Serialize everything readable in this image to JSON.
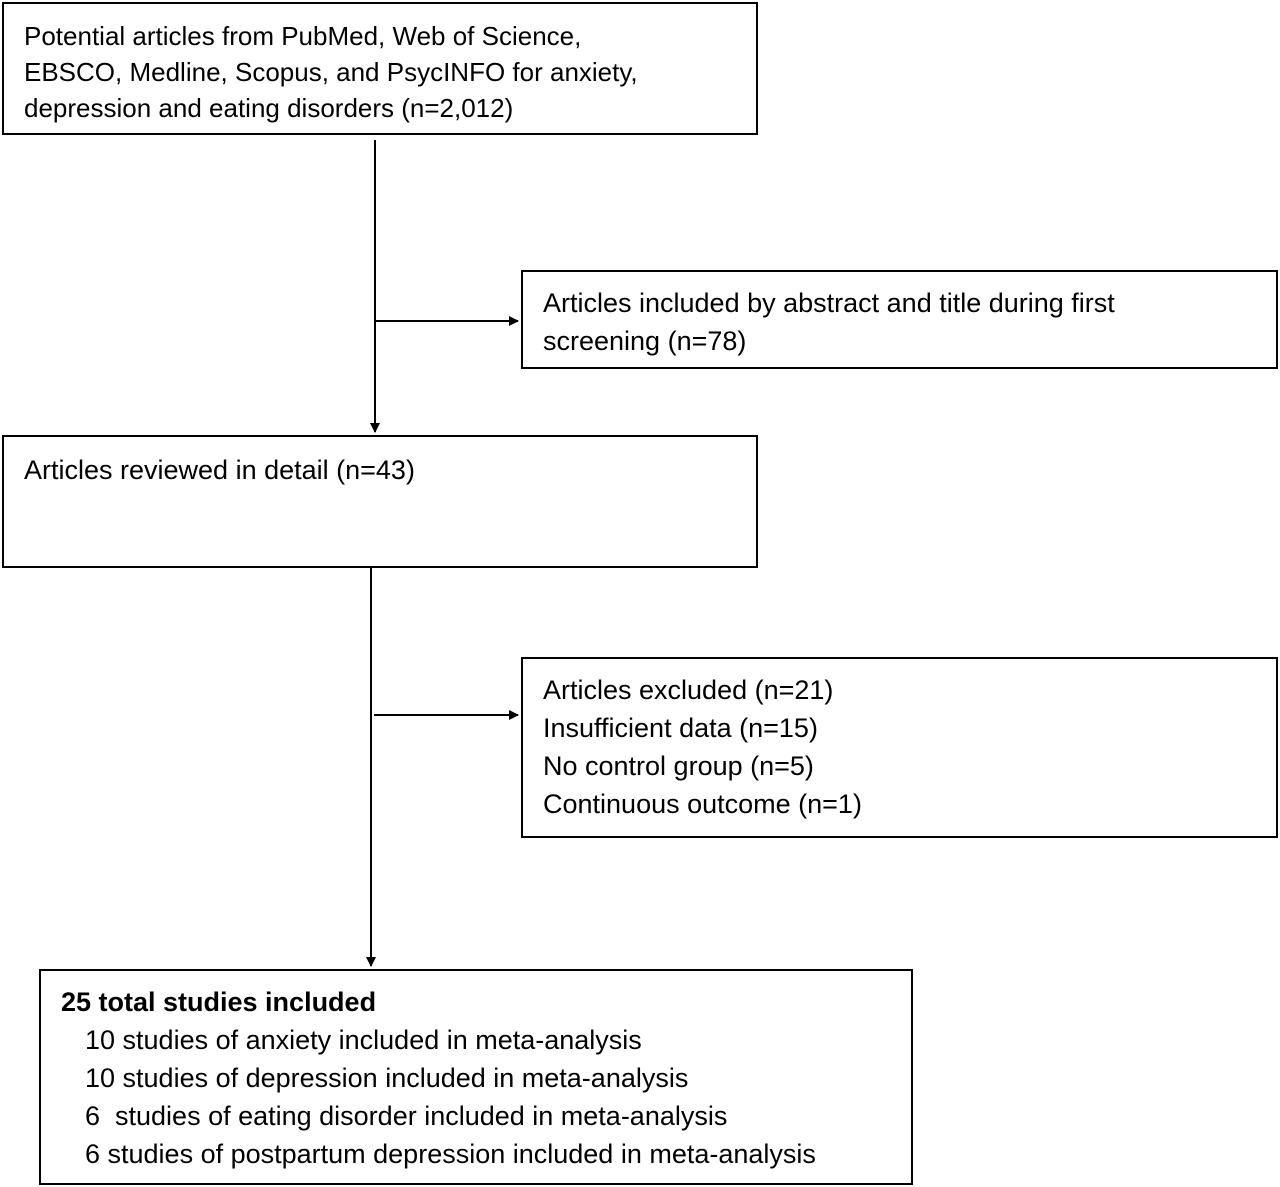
{
  "flowchart": {
    "search": {
      "lines": [
        "Potential articles from PubMed, Web of Science,",
        "EBSCO, Medline, Scopus, and PsycINFO for anxiety,",
        "depression and eating disorders (n=2,012)"
      ]
    },
    "screening": {
      "lines": [
        "Articles included by abstract and title during first",
        "screening (n=78)"
      ]
    },
    "reviewed": {
      "lines": [
        "Articles reviewed in detail (n=43)"
      ]
    },
    "excluded": {
      "lines": [
        "Articles excluded (n=21)",
        "Insufficient data (n=15)",
        "No control group (n=5)",
        "Continuous outcome (n=1)"
      ]
    },
    "included": {
      "title": "25 total studies included",
      "lines": [
        "10 studies of anxiety included in meta-analysis",
        "10 studies of depression included in meta-analysis",
        "6  studies of eating disorder included in meta-analysis",
        "6 studies of postpartum depression included in meta-analysis"
      ]
    }
  }
}
